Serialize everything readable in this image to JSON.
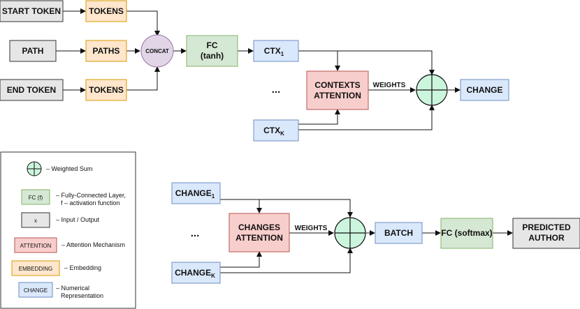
{
  "colors": {
    "gray": "#e6e6e6",
    "orange": "#ffe6cc",
    "orange_border": "#d79b00",
    "green": "#d5e8d4",
    "green_border": "#82b366",
    "blue": "#dae8fc",
    "blue_border": "#6c8ebf",
    "red": "#f8cecc",
    "red_border": "#b85450",
    "purple": "#e1d5e7",
    "purple_border": "#9673a6",
    "sum": "#ccf5dd",
    "stroke": "#111111"
  },
  "top": {
    "start_token": "START TOKEN",
    "tokens_1": "TOKENS",
    "path": "PATH",
    "paths": "PATHS",
    "end_token": "END TOKEN",
    "tokens_2": "TOKENS",
    "concat": "CONCAT",
    "fc_line1": "FC",
    "fc_line2": "(tanh)",
    "ctx": "CTX",
    "ctx_1_sub": "1",
    "ctx_k_sub": "K",
    "ellipsis": "...",
    "attention_line1": "CONTEXTS",
    "attention_line2": "ATTENTION",
    "weights": "WEIGHTS",
    "change": "CHANGE"
  },
  "bottom": {
    "change": "CHANGE",
    "change_1_sub": "1",
    "change_k_sub": "K",
    "ellipsis": "...",
    "attention_line1": "CHANGES",
    "attention_line2": "ATTENTION",
    "weights": "WEIGHTS",
    "batch": "BATCH",
    "fc_softmax": "FC (softmax)",
    "predicted_line1": "PREDICTED",
    "predicted_line2": "AUTHOR"
  },
  "legend": {
    "items": [
      {
        "box": "",
        "desc": "– Weighted Sum"
      },
      {
        "box": "FC (f)",
        "desc": "– Fully-Connected Layer,",
        "desc2": "f – activation function"
      },
      {
        "box": "x",
        "desc": "– Input / Output"
      },
      {
        "box": "ATTENTION",
        "desc": "– Attention Mechanism"
      },
      {
        "box": "EMBEDDING",
        "desc": "– Embedding"
      },
      {
        "box": "CHANGE",
        "desc": "– Numerical",
        "desc2": "Representation"
      }
    ]
  }
}
